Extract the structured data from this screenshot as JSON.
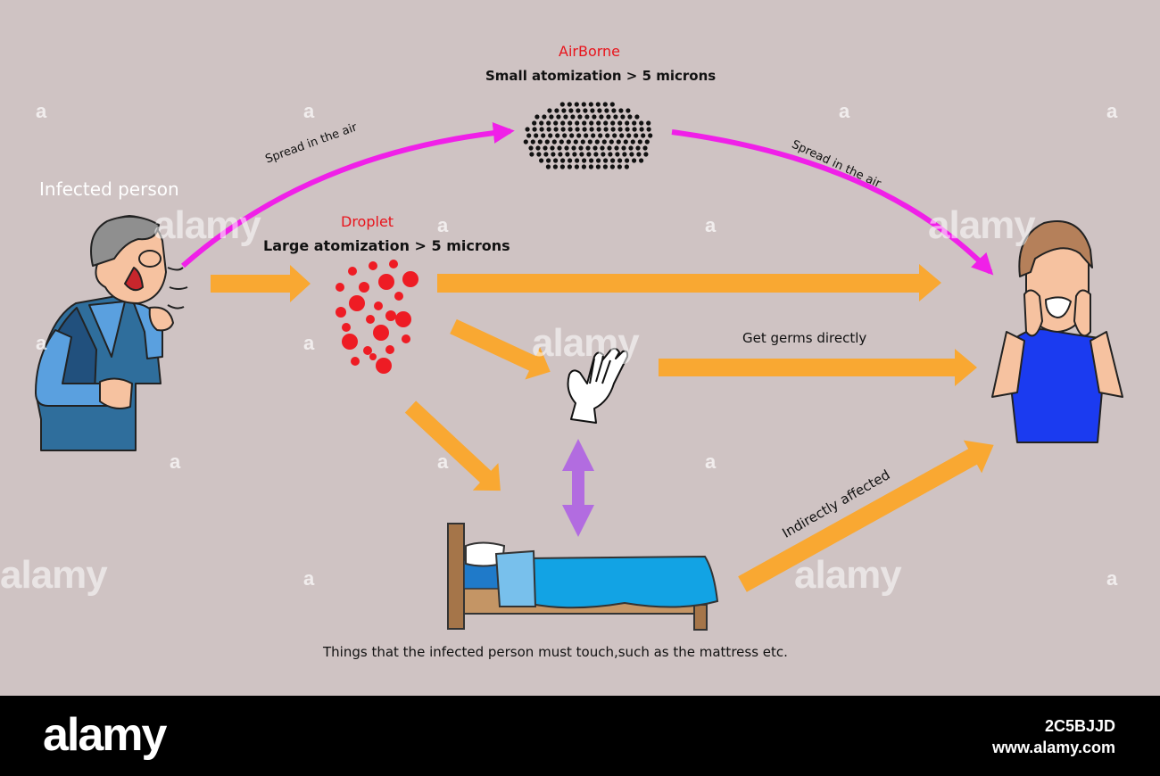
{
  "labels": {
    "infected_person": "Infected person",
    "airborne_title": "AirBorne",
    "airborne_desc": "Small atomization > 5 microns",
    "droplet_title": "Droplet",
    "droplet_desc": "Large atomization > 5 microns",
    "spread_left": "Spread in the air",
    "spread_right": "Spread in the air",
    "direct": "Get germs directly",
    "indirect": "Indirectly affected",
    "surfaces": "Things that the infected person must touch,such as the mattress etc."
  },
  "watermark": {
    "word": "alamy",
    "letter": "a",
    "footer_logo": "alamy",
    "image_id": "2C5BJJD",
    "site": "www.alamy.com"
  },
  "colors": {
    "background": "#cfc3c3",
    "airborne_arrow": "#f020e8",
    "transmission_arrow": "#f9a832",
    "contact_arrow": "#b26ce0",
    "droplet": "#ee1c24",
    "title_red": "#e8141c"
  },
  "icons": [
    "infected-person-figure",
    "airborne-particle-cloud",
    "droplet-cluster",
    "hand-icon",
    "bed-icon",
    "worried-person-figure"
  ]
}
